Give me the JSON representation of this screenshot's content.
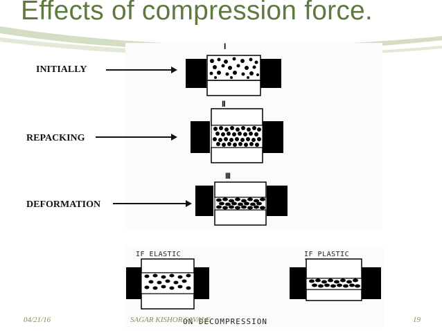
{
  "slide": {
    "title": "Effects of compression force.",
    "theme_color": "#5e7a3e"
  },
  "stages": [
    {
      "label": "INITIALLY",
      "numeral": "I"
    },
    {
      "label": "REPACKING",
      "numeral": "II"
    },
    {
      "label": "DEFORMATION",
      "numeral": "III"
    }
  ],
  "decompression": {
    "elastic_label": "IF ELASTIC",
    "plastic_label": "IF PLASTIC",
    "caption": "ON DECOMPRESSION"
  },
  "footer": {
    "date": "04/21/16",
    "author": "SAGAR KISHOR SAVALE",
    "page": "19"
  }
}
